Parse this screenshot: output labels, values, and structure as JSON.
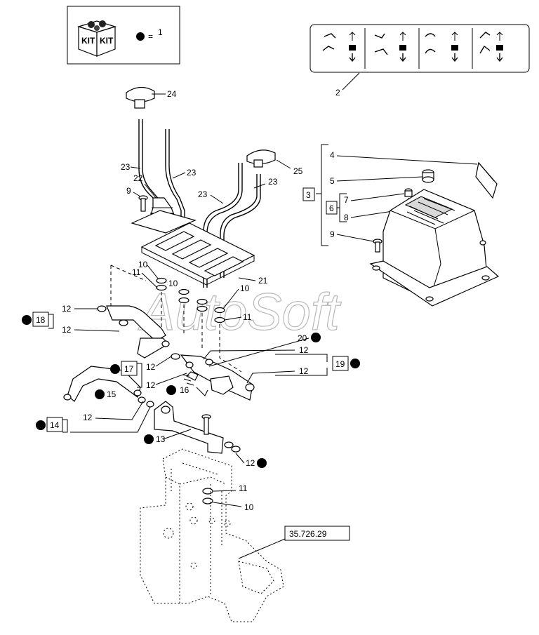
{
  "kit_legend": {
    "kit_text_1": "KIT",
    "kit_text_2": "KIT",
    "equals": "=",
    "value": "1"
  },
  "watermark": "AutoSoft",
  "reference_box": "35.726.29",
  "callouts": {
    "c2": "2",
    "c3": "3",
    "c4": "4",
    "c5": "5",
    "c6": "6",
    "c7": "7",
    "c8": "8",
    "c9a": "9",
    "c9b": "9",
    "c10a": "10",
    "c10b": "10",
    "c10c": "10",
    "c10d": "10",
    "c11a": "11",
    "c11b": "11",
    "c11c": "11",
    "c12a": "12",
    "c12b": "12",
    "c12c": "12",
    "c12d": "12",
    "c12e": "12",
    "c12f": "12",
    "c12g": "12",
    "c12h": "12",
    "c13": "13",
    "c14": "14",
    "c15": "15",
    "c16": "16",
    "c17": "17",
    "c18": "18",
    "c19": "19",
    "c20": "20",
    "c21": "21",
    "c22": "22",
    "c23a": "23",
    "c23b": "23",
    "c23c": "23",
    "c23d": "23",
    "c24": "24",
    "c25": "25"
  }
}
